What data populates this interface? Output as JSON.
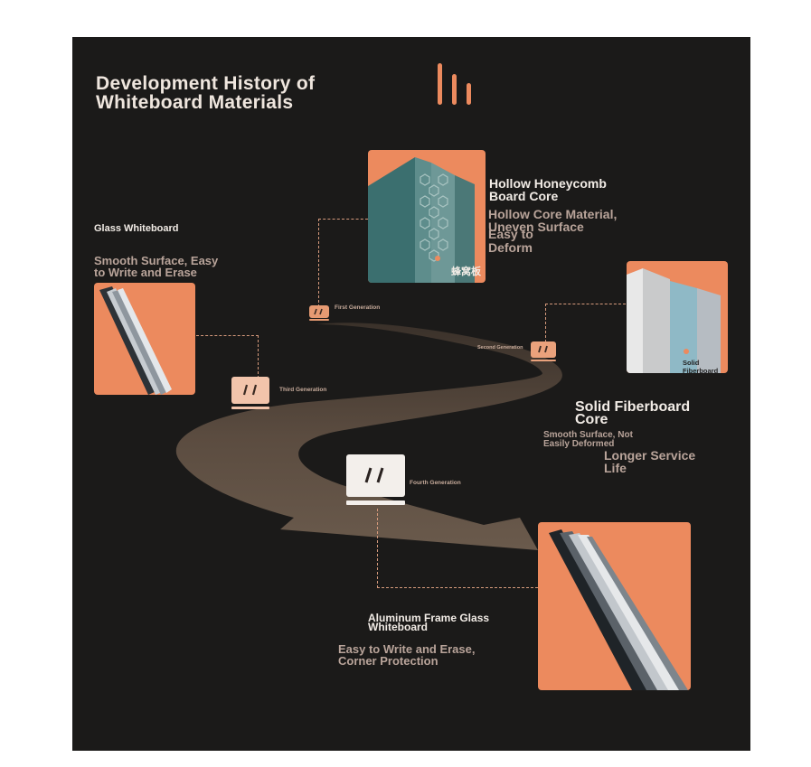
{
  "title": "Development History of\n Whiteboard Materials",
  "colors": {
    "background": "#1b1a19",
    "accent": "#ec8a5e",
    "road": "#5b4c40",
    "heading": "#f2ece6",
    "description": "#b9a49a"
  },
  "generations": {
    "first": "First Generation",
    "second": "Second Generation",
    "third": "Third Generation",
    "fourth": "Fourth Generation"
  },
  "honeycomb": {
    "heading": "Hollow Honeycomb\n Board Core",
    "description_1": "Hollow Core Material,\nUneven Surface",
    "description_2": "Easy to\n Deform",
    "image_tag": "蜂窝板"
  },
  "fiberboard": {
    "heading": "Solid Fiberboard\n Core",
    "description_1": "Smooth Surface, Not\n Easily Deformed",
    "description_2": "Longer Service\n Life",
    "image_tag": "Solid Fiberboard"
  },
  "glass": {
    "heading": "Glass Whiteboard",
    "description": "Smooth Surface, Easy\n to Write and Erase"
  },
  "aluminum": {
    "heading": "Aluminum Frame Glass\n Whiteboard",
    "description": "Easy to Write and Erase,\n Corner Protection"
  },
  "icons": {
    "logo": "bar-chart-icon",
    "generation_marker": "whiteboard-icon"
  }
}
